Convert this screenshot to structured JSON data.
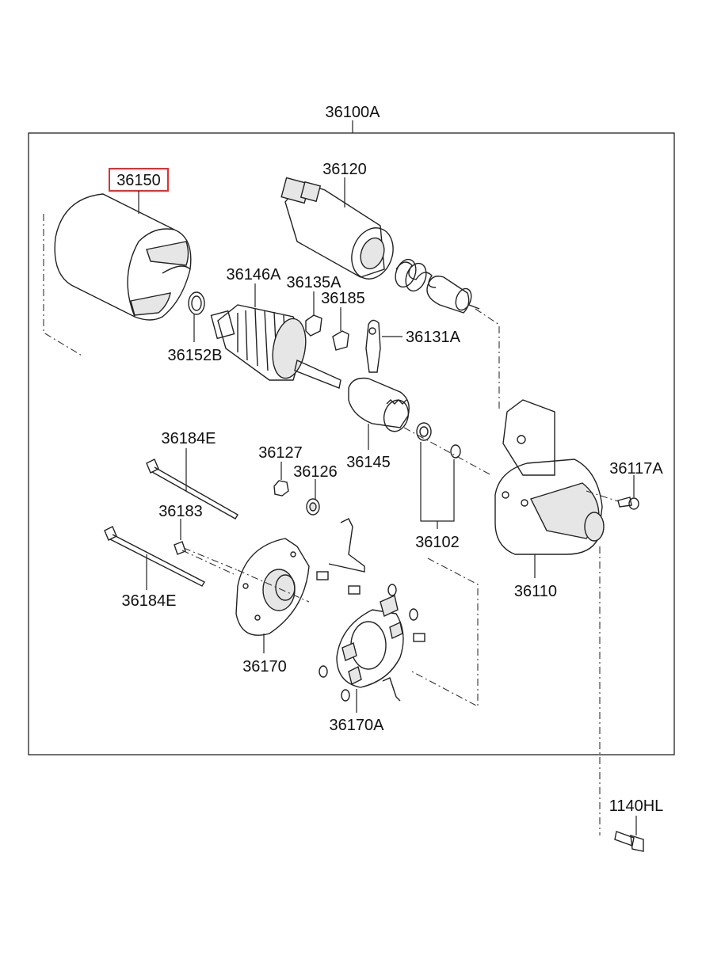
{
  "labels": {
    "p36100A": "36100A",
    "p36150": "36150",
    "p36120": "36120",
    "p36146A": "36146A",
    "p36135A": "36135A",
    "p36185": "36185",
    "p36131A": "36131A",
    "p36152B": "36152B",
    "p36145": "36145",
    "p36184E_top": "36184E",
    "p36127": "36127",
    "p36126": "36126",
    "p36117A": "36117A",
    "p36183": "36183",
    "p36102": "36102",
    "p36110": "36110",
    "p36184E_bottom": "36184E",
    "p36170": "36170",
    "p36170A": "36170A",
    "p1140HL": "1140HL"
  },
  "highlight": {
    "part": "36150",
    "color": "#e03030"
  }
}
